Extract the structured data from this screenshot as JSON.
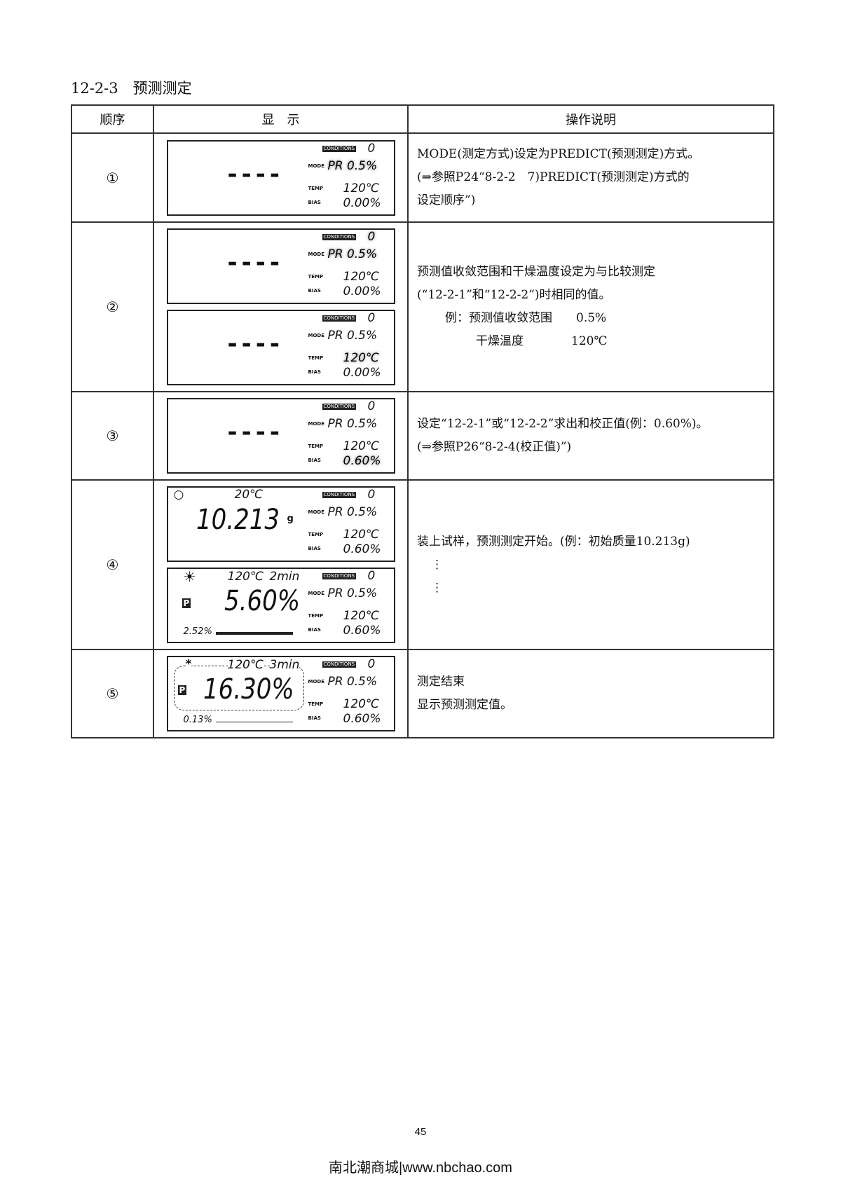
{
  "section_title": "12-2-3　预测测定",
  "headers": [
    "顺序",
    "显　示",
    "操作说明"
  ],
  "rows": [
    {
      "num": "①",
      "desc": [
        "MODE(测定方式)设定为PREDICT(预测测定)方式。",
        "(⇒参照P24“8-2-2　7)PREDICT(预测测定)方式的",
        "设定顺序”)"
      ]
    },
    {
      "num": "②",
      "desc": [
        "预测值收敛范围和干燥温度设定为与比较测定",
        "(“12-2-1”和“12-2-2”)时相同的值。",
        "例：预测值收敛范围　　0.5%",
        "干燥温度　　　　120℃"
      ]
    },
    {
      "num": "③",
      "desc": [
        "设定“12-2-1”或“12-2-2”求出和校正值(例：0.60%)。",
        "(⇒参照P26“8-2-4(校正值)”)"
      ]
    },
    {
      "num": "④",
      "desc": [
        "装上试样，预测测定开始。(例：初始质量10.213g)",
        "⋮",
        "⋮"
      ]
    },
    {
      "num": "⑤",
      "desc": [
        "测定结束",
        "显示预测测定值。"
      ]
    }
  ],
  "lcd": {
    "conditions": "CONDITIONS",
    "mode": "MODE",
    "temp": "TEMP",
    "bias": "BIAS",
    "dashes": "----",
    "cond_val": "0",
    "d1": {
      "mode": "PR 0.5%",
      "temp": "120℃",
      "bias": "0.00%"
    },
    "d2a": {
      "mode": "PR 0.5%",
      "temp": "120℃",
      "bias": "0.00%"
    },
    "d2b": {
      "mode": "PR 0.5%",
      "temp": "120℃",
      "bias": "0.00%"
    },
    "d3": {
      "mode": "PR 0.5%",
      "temp": "120℃",
      "bias": "0.60%"
    },
    "d4a": {
      "top_temp": "20℃",
      "main": "10.213",
      "unit": "g",
      "mode": "PR 0.5%",
      "temp": "120℃",
      "bias": "0.60%"
    },
    "d4b": {
      "top_temp": "120℃",
      "time": "2min",
      "main": "5.60%",
      "rate": "2.52%",
      "mode": "PR 0.5%",
      "temp": "120℃",
      "bias": "0.60%",
      "p": "P"
    },
    "d5": {
      "top_temp": "120℃",
      "time": "3min",
      "main": "16.30%",
      "rate": "0.13%",
      "mode": "PR 0.5%",
      "temp": "120℃",
      "bias": "0.60%",
      "p": "P",
      "star": "*"
    }
  },
  "page_number": "45",
  "footer": "南北潮商城|www.nbchao.com"
}
